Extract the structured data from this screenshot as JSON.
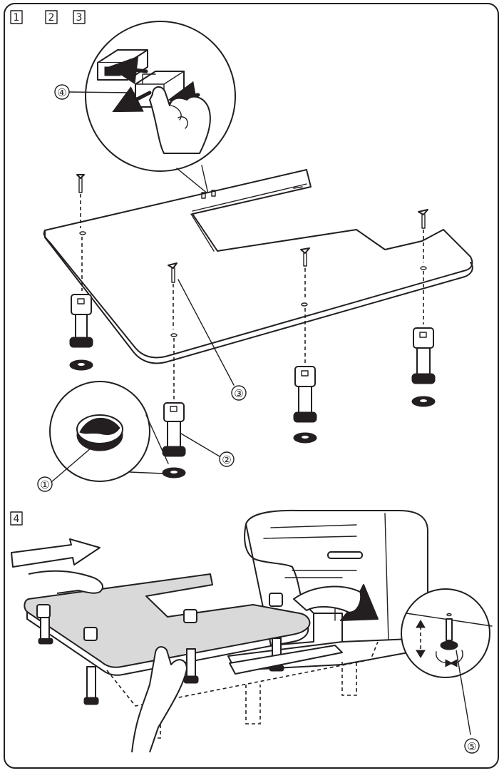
{
  "step_labels": {
    "top": [
      "1",
      "2",
      "3"
    ],
    "bottom": "4"
  },
  "callouts": {
    "c1": "①",
    "c2": "②",
    "c3": "③",
    "c4": "④",
    "c5": "⑤"
  },
  "colors": {
    "line": "#231f20",
    "table_fill": "#d9d9d9",
    "background": "#ffffff"
  },
  "icons": {
    "push_arrow": "arrow-right-icon",
    "rotate_arrow": "curved-arrow-icon",
    "up_down": "up-down-arrow-icon",
    "rotate_adjust": "rotate-icon"
  }
}
